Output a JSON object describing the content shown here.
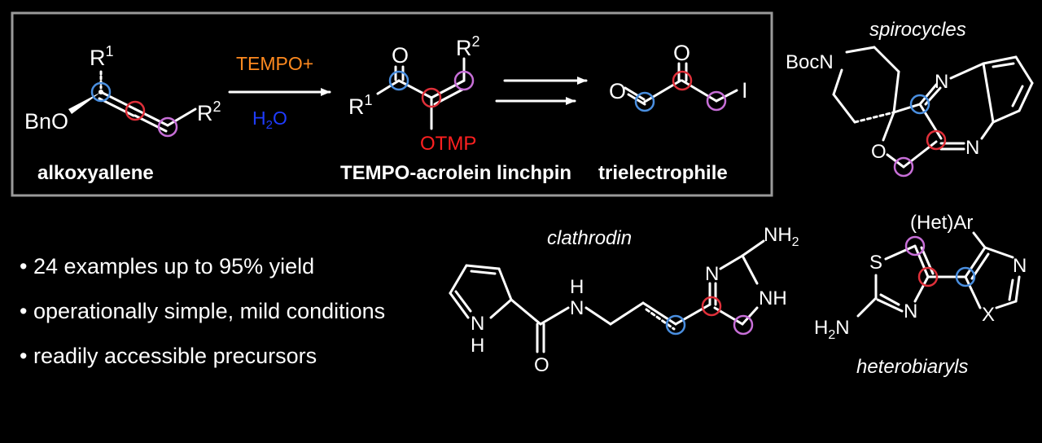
{
  "colors": {
    "background": "#000000",
    "site_blue": "#4a8fe0",
    "site_red": "#e0303a",
    "site_purple": "#c86fd8",
    "reagent_orange": "#ff8a1f",
    "reagent_blue": "#1f3cff",
    "otmp_red": "#ff2020"
  },
  "scheme": {
    "start_label": "alkoxyallene",
    "start_R1": "R",
    "start_R1_sup": "1",
    "start_R2": "R",
    "start_R2_sup": "2",
    "start_BnO": "BnO",
    "reagent_top": "TEMPO+",
    "reagent_bottom_H": "H",
    "reagent_bottom_sub": "2",
    "reagent_bottom_O": "O",
    "product_label": "TEMPO-acrolein linchpin",
    "product_O": "O",
    "product_R1": "R",
    "product_R1_sup": "1",
    "product_R2": "R",
    "product_R2_sup": "2",
    "product_OTMP": "OTMP",
    "final_label": "trielectrophile",
    "final_O1": "O",
    "final_O2": "O",
    "final_I": "I"
  },
  "bullets": [
    "24 examples up to 95% yield",
    "operationally simple, mild conditions",
    "readily accessible precursors"
  ],
  "applications": {
    "spiro_label": "spirocycles",
    "spiro_Boc": "BocN",
    "spiro_N1": "N",
    "spiro_N2": "N",
    "spiro_O": "O",
    "clathrodin_label": "clathrodin",
    "clath_NH_pyrrole_N": "N",
    "clath_NH_pyrrole_H": "H",
    "clath_amide_H": "H",
    "clath_amide_N": "N",
    "clath_amide_O": "O",
    "clath_NH2_N": "NH",
    "clath_NH2_sub": "2",
    "clath_ring_N": "N",
    "clath_ring_NH": "NH",
    "hetero_label": "heterobiaryls",
    "hetero_HetAr": "(Het)Ar",
    "hetero_S": "S",
    "hetero_N1": "N",
    "hetero_N2": "N",
    "hetero_X": "X",
    "hetero_H2N_H": "H",
    "hetero_H2N_sub": "2",
    "hetero_H2N_N": "N"
  }
}
